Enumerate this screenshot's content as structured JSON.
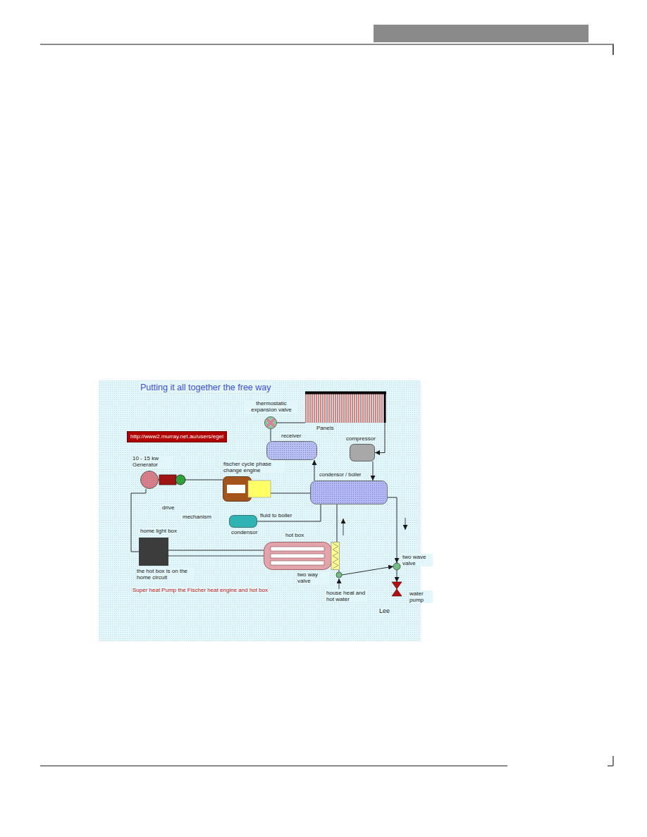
{
  "diagram": {
    "title": "Putting it all together the free way",
    "nodes": [
      {
        "text": [
          "http://www2.murray.net.au/users/egel"
        ]
      },
      {
        "text": [
          "thermostatic expansion valve"
        ]
      },
      {
        "text": [
          "Panels"
        ]
      },
      {
        "text": [
          "receiver"
        ]
      },
      {
        "text": [
          "compressor"
        ]
      },
      {
        "text": [
          "10 - 15 kw Generator"
        ]
      },
      {
        "text": [
          "fischer cycle phase change engine"
        ]
      },
      {
        "text": [
          "condensor / boiler"
        ]
      },
      {
        "text": [
          "condensor"
        ]
      },
      {
        "text": [
          "home light box"
        ]
      },
      {
        "text": [
          "hot box"
        ]
      },
      {
        "text": [
          "two way valve"
        ]
      },
      {
        "text": [
          "two wave valve"
        ]
      },
      {
        "text": [
          "water pump"
        ]
      }
    ],
    "edges": [
      {
        "from": 1,
        "to": 2,
        "arrow": "none"
      },
      {
        "from": 1,
        "to": 3,
        "arrow": "none"
      },
      {
        "from": 2,
        "to": 4,
        "arrow": "to"
      },
      {
        "from": 4,
        "to": 7,
        "arrow": "to"
      },
      {
        "from": 7,
        "to": 3,
        "arrow": "to"
      },
      {
        "from": 5,
        "to": 6,
        "arrow": "none"
      },
      {
        "from": 6,
        "to": 7,
        "arrow": "none"
      },
      {
        "from": 8,
        "to": 7,
        "label": "fluid to boiler",
        "arrow": "none"
      },
      {
        "from": 5,
        "to": 9,
        "arrow": "none"
      },
      {
        "from": 9,
        "to": 10,
        "arrow": "none"
      },
      {
        "from": 7,
        "to": 10,
        "arrow": "none"
      },
      {
        "from": 7,
        "to": 12,
        "arrow": "to"
      },
      {
        "from": 12,
        "to": 13,
        "arrow": "to"
      },
      {
        "from": 11,
        "to": 12,
        "arrow": "to"
      },
      {
        "from": 11,
        "to": 10,
        "arrow": "none"
      }
    ],
    "labels": [
      "drive",
      "mechanism",
      "the hot box is on the home circuit",
      "Super heat Pump the Fischer heat engine and hot box",
      "house heat and hot water",
      "Lee"
    ]
  }
}
